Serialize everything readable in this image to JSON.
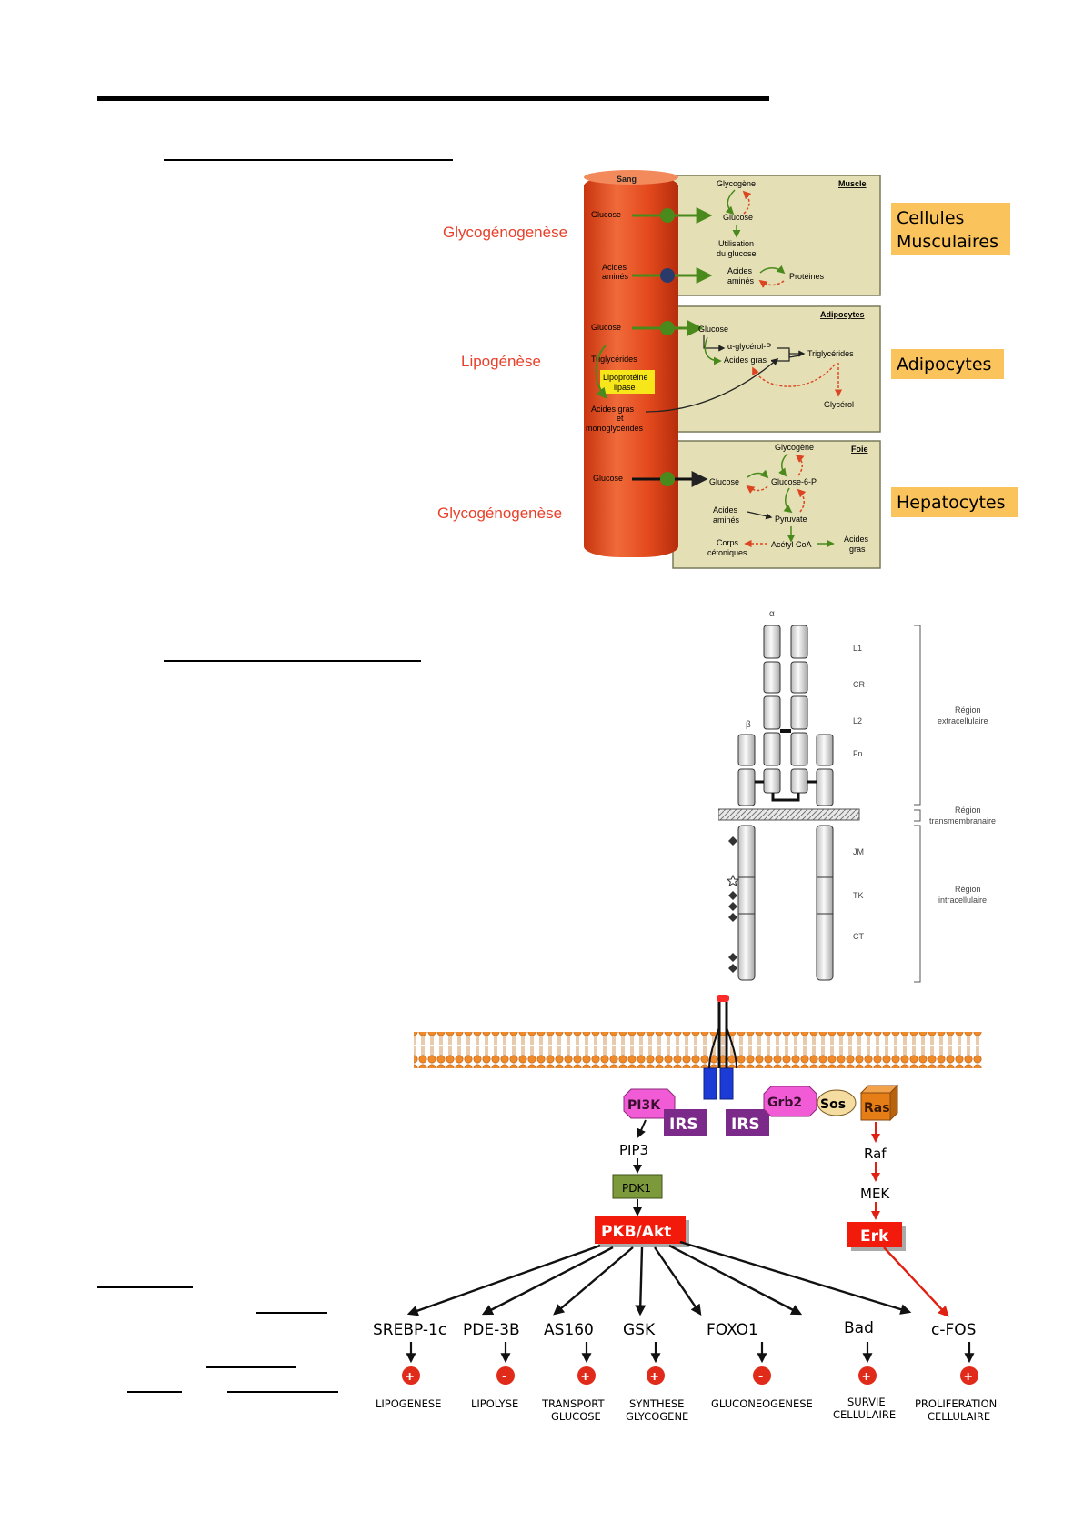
{
  "fig1": {
    "blood_label": "Sang",
    "left_labels": [
      "Glycogénogenèse",
      "Lipogénèse",
      "Glycogénogenèse"
    ],
    "right_labels": [
      [
        "Cellules",
        "Musculaires"
      ],
      [
        "Adipocytes"
      ],
      [
        "Hepatocytes"
      ]
    ],
    "blood_items": {
      "glucose": "Glucose",
      "acides_amines": [
        "Acides",
        "aminés"
      ],
      "triglycerides": "Triglycérides",
      "lipoprot": [
        "Lipoprotéine",
        "lipase"
      ],
      "acides_gras": [
        "Acides gras",
        "et",
        "monoglycérides"
      ]
    },
    "muscle": {
      "title": "Muscle",
      "glycogene": "Glycogène",
      "glucose": "Glucose",
      "utilisation": [
        "Utilisation",
        "du glucose"
      ],
      "acides": [
        "Acides",
        "aminés"
      ],
      "proteines": "Protéines"
    },
    "adipo": {
      "title": "Adipocytes",
      "glucose": "Glucose",
      "glycerol_p": "α-glycérol-P",
      "acides_gras": "Acides gras",
      "triglycerides": "Triglycérides",
      "glycerol": "Glycérol"
    },
    "foie": {
      "title": "Foie",
      "glycogene": "Glycogène",
      "glucose": "Glucose",
      "g6p": "Glucose-6-P",
      "acides": [
        "Acides",
        "aminés"
      ],
      "pyruvate": "Pyruvate",
      "corps": [
        "Corps",
        "cétoniques"
      ],
      "acetyl": "Acétyl CoA",
      "acides_gras": [
        "Acides",
        "gras"
      ]
    }
  },
  "fig2": {
    "alpha": "α",
    "beta": "β",
    "domains": [
      "L1",
      "CR",
      "L2",
      "Fn",
      "JM",
      "TK",
      "CT"
    ],
    "regions": [
      [
        "Région",
        "extracellulaire"
      ],
      [
        "Région",
        "transmembranaire"
      ],
      [
        "Région",
        "intracellulaire"
      ]
    ]
  },
  "fig3": {
    "pi3k": "PI3K",
    "irs_left": "IRS",
    "irs_right": "IRS",
    "grb2": "Grb2",
    "sos": "Sos",
    "ras": "Ras",
    "pip3": "PIP3",
    "pdk1": "PDK1",
    "pkb": "PKB/Akt",
    "raf": "Raf",
    "mek": "MEK",
    "erk": "Erk",
    "targets": [
      "SREBP-1c",
      "PDE-3B",
      "AS160",
      "GSK",
      "FOXO1",
      "Bad",
      "c-FOS"
    ],
    "effects": [
      [
        "LIPOGENESE"
      ],
      [
        "LIPOLYSE"
      ],
      [
        "TRANSPORT",
        "GLUCOSE"
      ],
      [
        "SYNTHESE",
        "GLYCOGENE"
      ],
      [
        "GLUCONEOGENESE"
      ],
      [
        "SURVIE",
        "CELLULAIRE"
      ],
      [
        "PROLIFERATION",
        "CELLULAIRE"
      ]
    ],
    "signs": [
      "+",
      "-",
      "+",
      "+",
      "-",
      "+",
      "+"
    ]
  }
}
